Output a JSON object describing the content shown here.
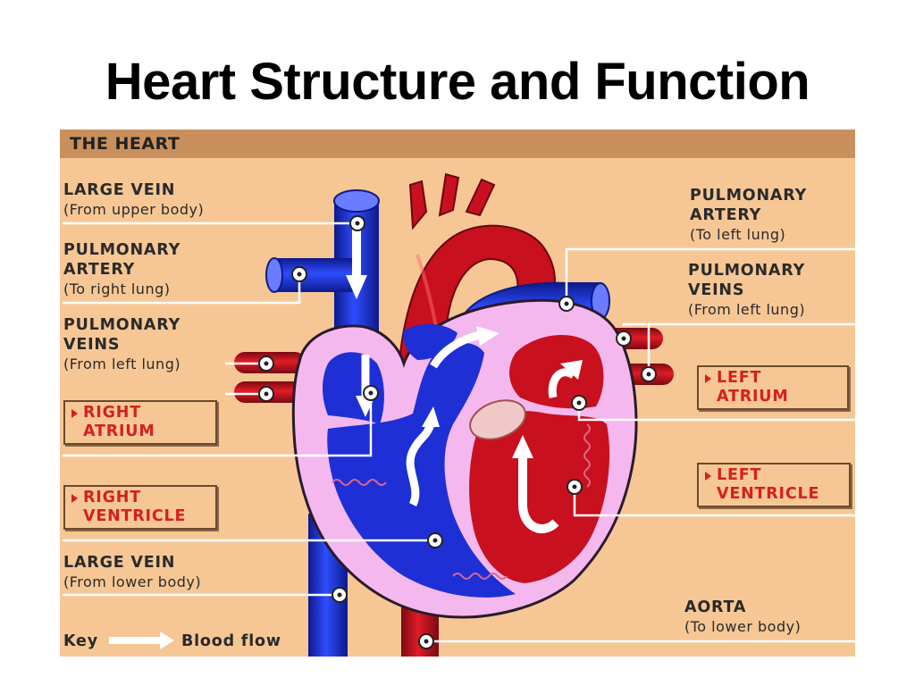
{
  "slide": {
    "title": "Heart Structure and Function"
  },
  "diagram": {
    "header": "THE HEART",
    "labels_left": {
      "large_vein_upper": {
        "line1": "LARGE VEIN",
        "line2": "(From upper body)"
      },
      "pulmonary_artery_right": {
        "line1": "PULMONARY",
        "line2": "ARTERY",
        "line3": "(To right lung)"
      },
      "pulmonary_veins_left": {
        "line1": "PULMONARY",
        "line2": "VEINS",
        "line3": "(From left lung)"
      },
      "right_atrium": {
        "line1": "RIGHT",
        "line2": "ATRIUM"
      },
      "right_ventricle": {
        "line1": "RIGHT",
        "line2": "VENTRICLE"
      },
      "large_vein_lower": {
        "line1": "LARGE VEIN",
        "line2": "(From lower body)"
      }
    },
    "labels_right": {
      "pulmonary_artery_left": {
        "line1": "PULMONARY",
        "line2": "ARTERY",
        "line3": "(To left lung)"
      },
      "pulmonary_veins_right": {
        "line1": "PULMONARY",
        "line2": "VEINS",
        "line3": "(From left lung)"
      },
      "left_atrium": {
        "line1": "LEFT",
        "line2": "ATRIUM"
      },
      "left_ventricle": {
        "line1": "LEFT",
        "line2": "VENTRICLE"
      },
      "aorta": {
        "line1": "AORTA",
        "line2": "(To lower body)"
      }
    },
    "key": {
      "label": "Key",
      "description": "Blood flow"
    },
    "colors": {
      "panel": "#f6c795",
      "header": "#c9905d",
      "deoxygenated": "#1e2fd6",
      "oxygenated": "#c8101e",
      "wall": "#f3b3ee",
      "accent_label": "#d42020"
    }
  }
}
